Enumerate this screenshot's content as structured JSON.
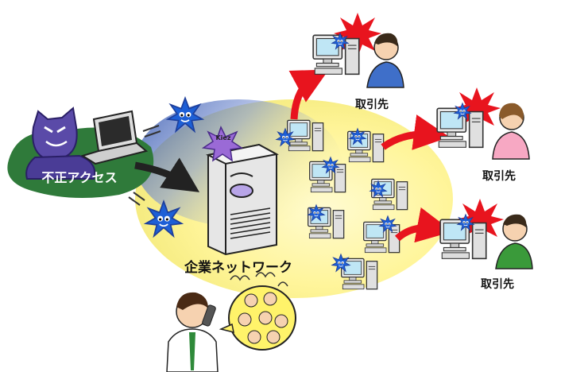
{
  "labels": {
    "unauthorized_access": "不正アクセス",
    "corporate_network": "企業ネットワーク",
    "business_partner_1": "取引先",
    "business_partner_2": "取引先",
    "business_partner_3": "取引先",
    "virus_tag": "Kiez"
  },
  "colors": {
    "network_yellow": "#fff7a8",
    "network_blue": "#3a5fb0",
    "hacker_purple": "#5a4aa8",
    "hacker_ground": "#2f7a3a",
    "virus_blue": "#1d5fd6",
    "alert_red": "#e8141e",
    "shirt_blue": "#3f6fc9",
    "shirt_pink": "#f7a8c3",
    "shirt_green": "#3a9a3a"
  },
  "icons": [
    "hacker-icon",
    "laptop-icon",
    "virus-icon",
    "server-icon",
    "desktop-pc-icon",
    "alert-burst-icon",
    "phone-icon",
    "crowd-bubble-icon"
  ]
}
